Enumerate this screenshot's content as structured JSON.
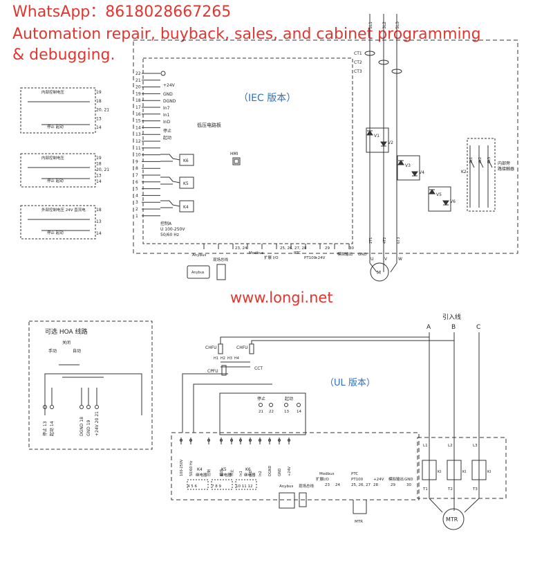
{
  "watermark": {
    "line1": "WhatsApp：8618028667265",
    "line2": "Automation repair, buyback, sales, and cabinet programming",
    "line3": "& debugging.",
    "url": "www.longi.net"
  },
  "iec": {
    "title": "（IEC 版本）",
    "board_label": "低压电路板",
    "hmi_label": "HMI",
    "terminal_numbers": [
      "22",
      "21",
      "20",
      "19",
      "18",
      "17",
      "16",
      "15",
      "14",
      "13",
      "12",
      "11",
      "10",
      "9",
      "8",
      "7",
      "6",
      "5",
      "4",
      "3",
      "2",
      "1"
    ],
    "terminal_names": [
      "+24V",
      "GND",
      "DGND",
      "In7",
      "In1",
      "InD",
      "停止",
      "起动"
    ],
    "relays": [
      "K6",
      "K5",
      "K4"
    ],
    "power_labels": [
      "控制A",
      "U 100-250V",
      "50/60 Hz"
    ],
    "bottom_labels": [
      "Anybus",
      "现场总线",
      "23, 24",
      "Modbus",
      "扩展 I/O",
      "25, 26, 27, 28",
      "PTC",
      "PT100",
      "+24V",
      "29",
      "模拟输出",
      "30",
      "GND"
    ],
    "line_labels": [
      "1L1",
      "3L2",
      "5L3"
    ],
    "ct_labels": [
      "CT1",
      "CT2",
      "CT3"
    ],
    "thyristors": [
      "V1",
      "V2",
      "V3",
      "V4",
      "V5",
      "V6"
    ],
    "bypass_label": "K2",
    "bypass_desc": "内部旁路接触器",
    "bypass_terminals": [
      "2L1",
      "4L2",
      "6L3"
    ],
    "output_terminals": [
      "2T1",
      "4T2",
      "6T3"
    ],
    "motor_phases": [
      "U",
      "V",
      "W"
    ],
    "motor": "M",
    "anybus_device": "Anybus",
    "aux": [
      {
        "title": "内部控制电压",
        "labels": [
          "停止",
          "起动"
        ],
        "terminals": [
          "19",
          "18",
          "20, 21",
          "13",
          "14"
        ]
      },
      {
        "title": "内部控制电压",
        "labels": [
          "停止",
          "起动"
        ],
        "terminals": [
          "19",
          "18",
          "20, 21",
          "13",
          "14"
        ]
      },
      {
        "title": "外部控制电压 24V 直流电",
        "labels": [
          "停止",
          "起动"
        ],
        "terminals": [
          "18",
          "13",
          "14"
        ]
      }
    ]
  },
  "hoa": {
    "title": "可选 HOA 线路",
    "labels": [
      "手动",
      "关闭",
      "自动"
    ],
    "terminals": [
      "停止 13",
      "起动 14",
      "DGND 18",
      "GND 19",
      "+24V 20 21"
    ]
  },
  "ul": {
    "title": "（UL 版本）",
    "line_title": "引入线",
    "phases": [
      "A",
      "B",
      "C"
    ],
    "fuses": [
      "CHFU",
      "CHFU",
      "CPFU"
    ],
    "ct": "CCT",
    "transformer_taps": [
      "H1",
      "H2",
      "H3",
      "H4"
    ],
    "stop_start": [
      "停止",
      "起动"
    ],
    "ss_terminals": [
      "21",
      "22",
      "13",
      "14"
    ],
    "board_top": [
      "100-250V",
      "50/60 Hz",
      "控制",
      "起动",
      "停止",
      "In1",
      "InD",
      "In2",
      "DGND",
      "GND",
      "+24V"
    ],
    "relays": [
      {
        "name": "K4",
        "desc": "继电器",
        "terms": "4 5 6"
      },
      {
        "name": "K5",
        "desc": "继电器",
        "terms": "7 8 9"
      },
      {
        "name": "K6",
        "desc": "继电器",
        "terms": "10 11 12"
      }
    ],
    "bottom_labels": [
      "Anybus",
      "现场总线",
      "Modbus",
      "扩展I/O",
      "23",
      "24",
      "PTC",
      "PT100",
      "25, 26, 27",
      "+24V",
      "28",
      "模拟输出",
      "29",
      "GND",
      "30"
    ],
    "mtr_small": "MTR",
    "line_terms": [
      "L1",
      "L2",
      "L3"
    ],
    "out_terms": [
      "T1",
      "T2",
      "T3"
    ],
    "ki": "KI",
    "motor": "MTR"
  }
}
